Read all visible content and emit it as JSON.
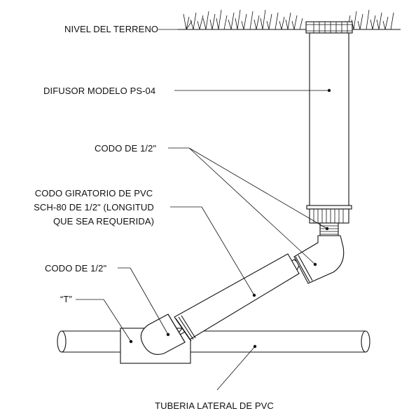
{
  "labels": {
    "ground_level": "NIVEL DEL TERRENO",
    "diffuser": "DIFUSOR MODELO PS-04",
    "elbow_top": "CODO DE 1/2\"",
    "swivel_line1": "CODO GIRATORIO DE PVC",
    "swivel_line2": "SCH-80 DE  1/2\"  (LONGITUD",
    "swivel_line3": "QUE SEA REQUERIDA)",
    "elbow_bottom": "CODO DE 1/2\"",
    "tee": "“T”",
    "lateral_pipe": "TUBERIA LATERAL DE PVC"
  },
  "colors": {
    "line": "#111111",
    "background": "#ffffff"
  }
}
